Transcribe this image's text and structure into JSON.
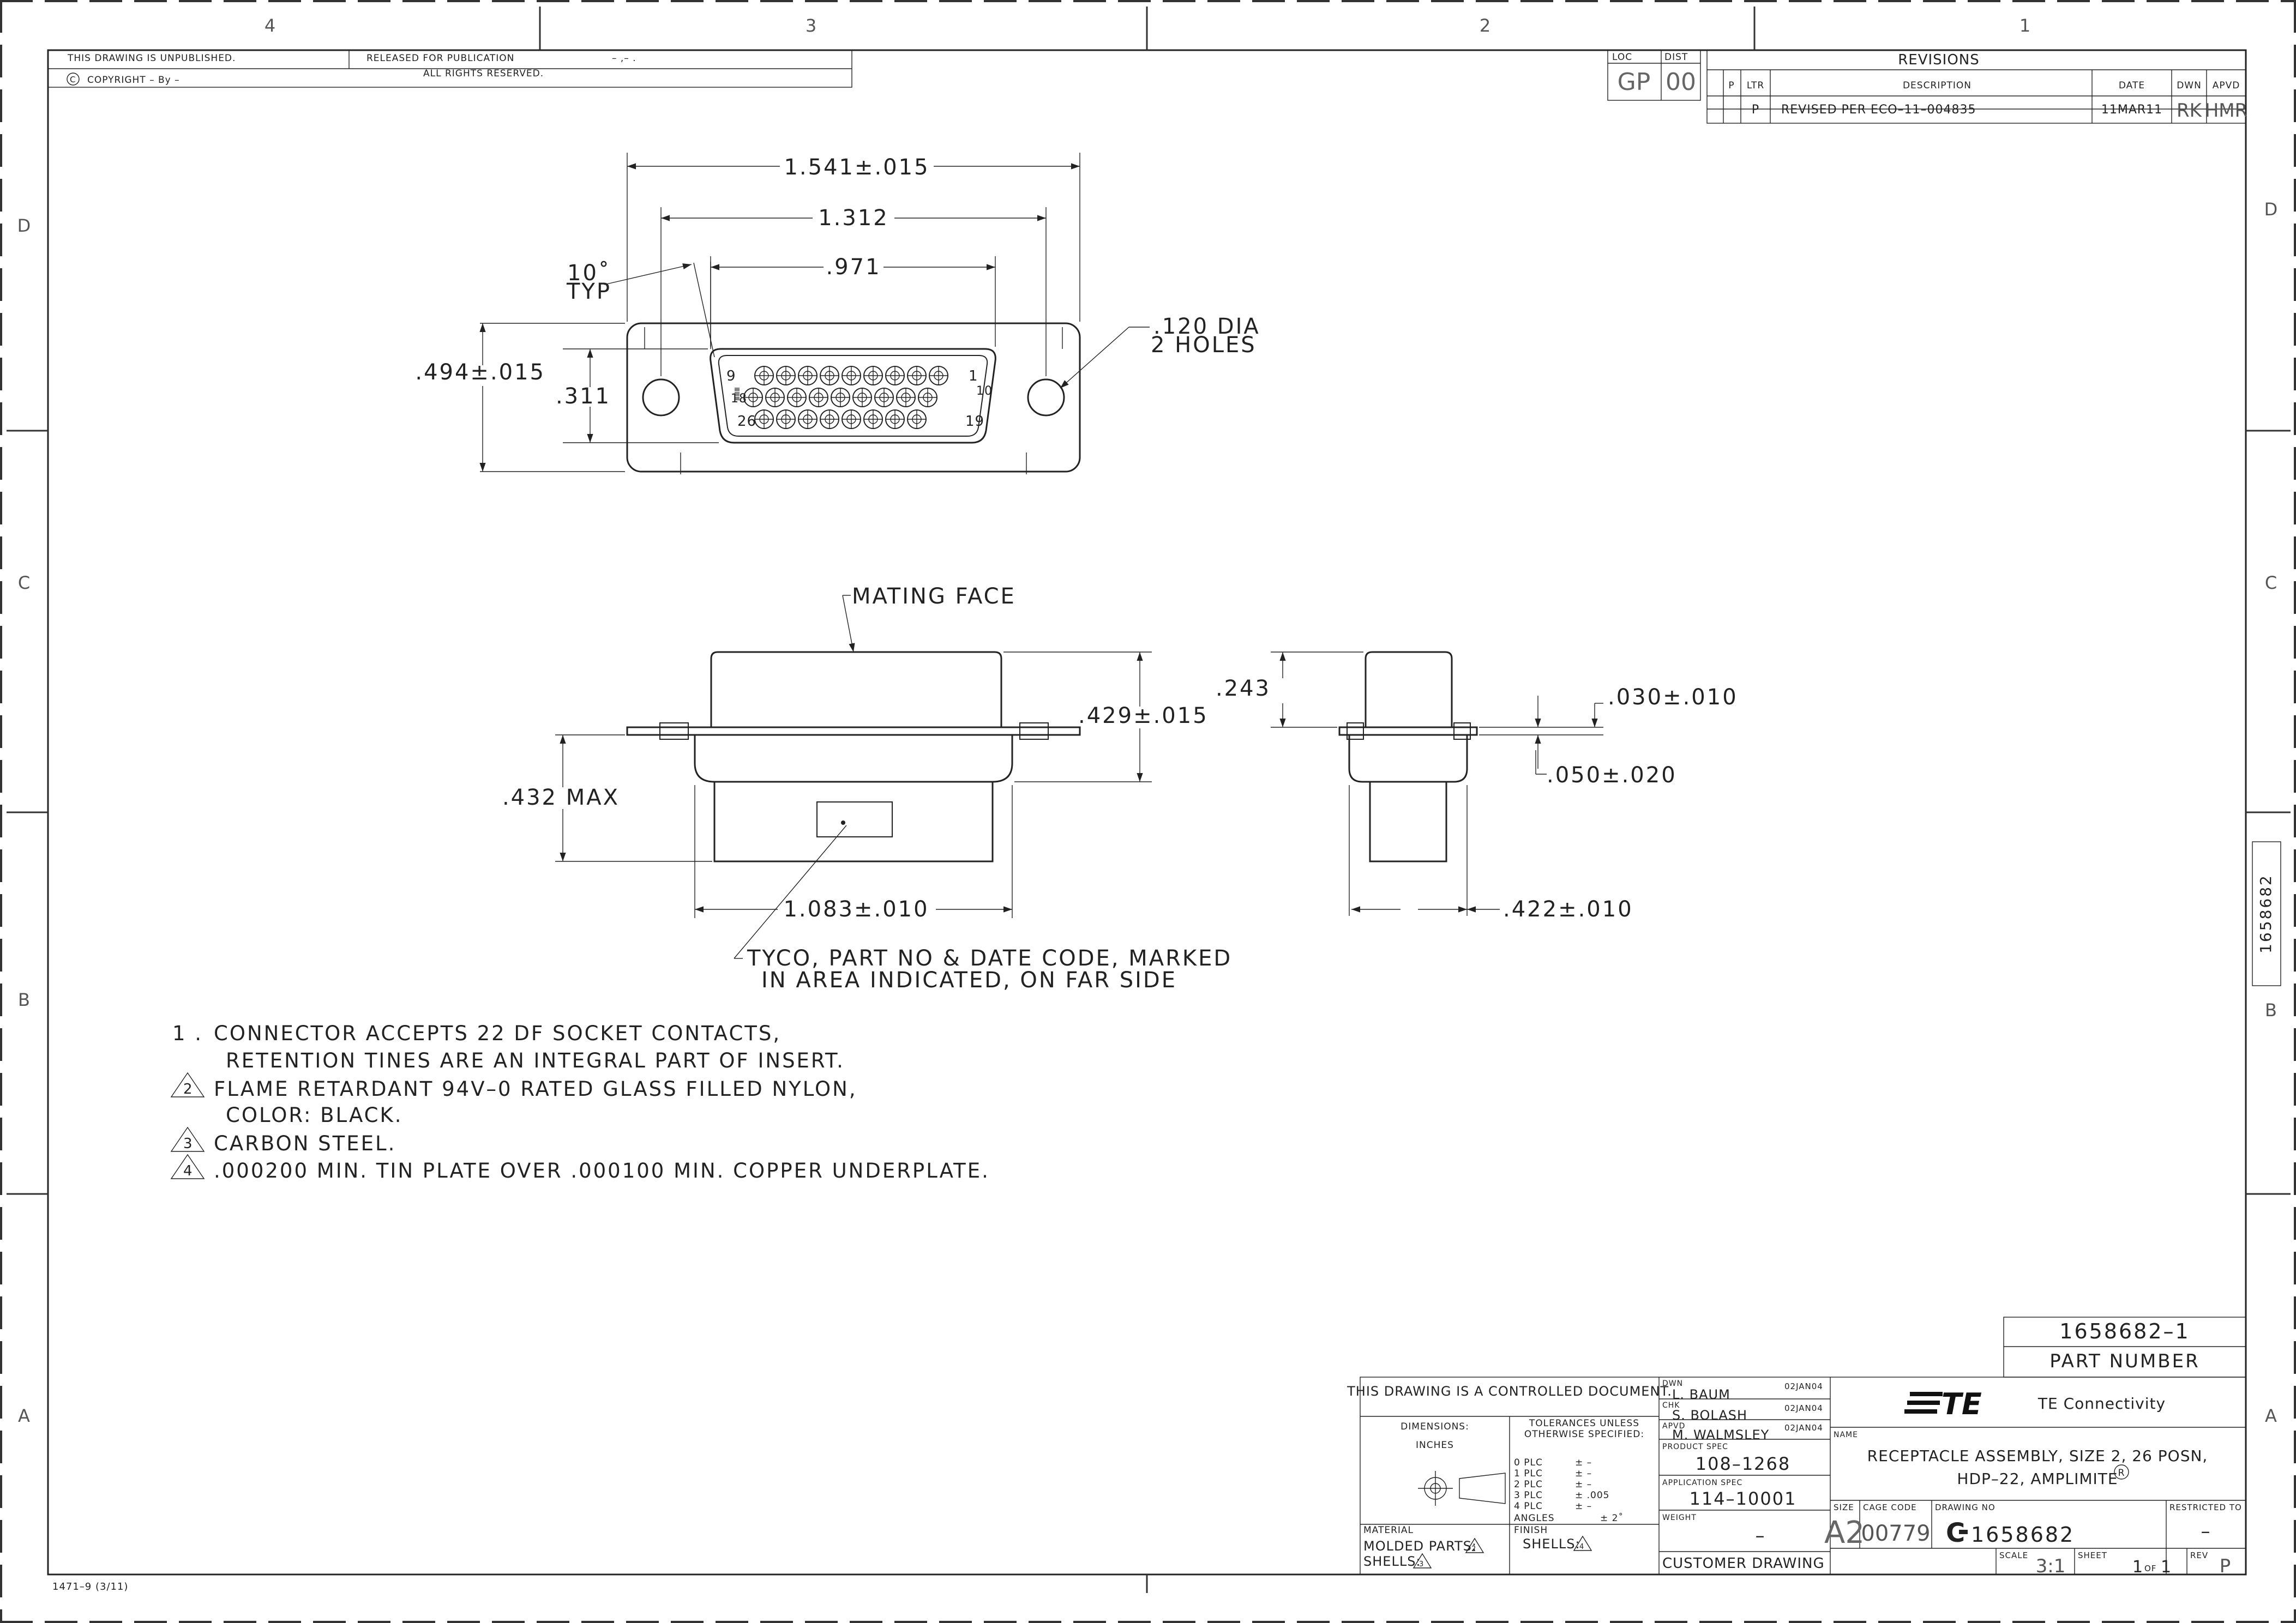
{
  "zones": {
    "top": [
      "4",
      "3",
      "2",
      "1"
    ],
    "left": [
      "D",
      "C",
      "B",
      "A"
    ],
    "right": [
      "D",
      "C",
      "B",
      "A"
    ]
  },
  "header": {
    "unpublished": "THIS DRAWING IS UNPUBLISHED.",
    "copyright": "COPYRIGHT  –    By –",
    "released": "RELEASED FOR PUBLICATION",
    "released_date": "– ,–   .",
    "rights": "ALL RIGHTS RESERVED."
  },
  "revisions": {
    "loc_label": "LOC",
    "loc_value": "GP",
    "dist_label": "DIST",
    "dist_value": "00",
    "title": "REVISIONS",
    "col_p": "P",
    "col_ltr": "LTR",
    "col_desc": "DESCRIPTION",
    "col_date": "DATE",
    "col_dwn": "DWN",
    "col_apvd": "APVD",
    "row": {
      "ltr": "P",
      "desc": "REVISED PER ECO–11–004835",
      "date": "11MAR11",
      "dwn": "RK",
      "apvd": "HMR"
    }
  },
  "top_view": {
    "dim_overall": "1.541±.015",
    "dim_holes": "1.312",
    "dim_shell": ".971",
    "angle": "10˚",
    "angle_typ": "TYP",
    "hole_dia": ".120  DIA",
    "hole_count": "2  HOLES",
    "dim_height": ".494±.015",
    "dim_shell_h": ".311",
    "pin_labels": {
      "p9": "9",
      "p1": "1",
      "p18": "18",
      "p10": "10",
      "p26": "26",
      "p19": "19"
    },
    "pin_counts": [
      9,
      9,
      8
    ]
  },
  "side_view": {
    "mating_face": "MATING  FACE",
    "dim_height": ".429±.015",
    "dim_max": ".432  MAX",
    "dim_width": "1.083±.010",
    "marking_1": "TYCO,  PART  NO  &  DATE  CODE,  MARKED",
    "marking_2": "IN  AREA  INDICATED,  ON  FAR  SIDE"
  },
  "end_view": {
    "dim_243": ".243",
    "dim_030": ".030±.010",
    "dim_050": ".050±.020",
    "dim_422": ".422±.010"
  },
  "notes": {
    "n1_num": "1 .",
    "n1_a": "CONNECTOR  ACCEPTS  22  DF  SOCKET  CONTACTS,",
    "n1_b": "RETENTION  TINES  ARE  AN  INTEGRAL  PART  OF  INSERT.",
    "n2_num": "2",
    "n2_a": "FLAME  RETARDANT  94V–0  RATED  GLASS  FILLED  NYLON,",
    "n2_b": "COLOR:  BLACK.",
    "n3_num": "3",
    "n3_a": "CARBON  STEEL.",
    "n4_num": "4",
    "n4_a": ".000200  MIN.  TIN  PLATE  OVER  .000100  MIN.  COPPER  UNDERPLATE."
  },
  "side_tab": "1658682",
  "title_block": {
    "part_number": "1658682–1",
    "part_number_label": "PART  NUMBER",
    "controlled": "THIS  DRAWING  IS  A  CONTROLLED  DOCUMENT.",
    "dimensions_label": "DIMENSIONS:",
    "dimensions_value": "INCHES",
    "tolerance_1": "TOLERANCES  UNLESS",
    "tolerance_2": "OTHERWISE  SPECIFIED:",
    "tol_rows": [
      {
        "plc": "0  PLC",
        "val": "±  –"
      },
      {
        "plc": "1  PLC",
        "val": "±  –"
      },
      {
        "plc": "2  PLC",
        "val": "±  –"
      },
      {
        "plc": "3  PLC",
        "val": "±  .005"
      },
      {
        "plc": "4  PLC",
        "val": "±  –"
      }
    ],
    "angles_label": "ANGLES",
    "angles_value": "±  2˚",
    "material_label": "MATERIAL",
    "molded_parts": "MOLDED  PARTS:",
    "shells": "SHELLS:",
    "finish_label": "FINISH",
    "finish_shells": "SHELLS:",
    "tri_2": "2",
    "tri_3": "3",
    "tri_4": "4",
    "dwn_label": "DWN",
    "dwn_name": "L.  BAUM",
    "dwn_date": "02JAN04",
    "chk_label": "CHK",
    "chk_name": "S.  BOLASH",
    "chk_date": "02JAN04",
    "apvd_label": "APVD",
    "apvd_name": "M.  WALMSLEY",
    "apvd_date": "02JAN04",
    "product_spec_label": "PRODUCT  SPEC",
    "product_spec": "108–1268",
    "application_spec_label": "APPLICATION  SPEC",
    "application_spec": "114–10001",
    "weight_label": "WEIGHT",
    "weight": "–",
    "customer": "CUSTOMER  DRAWING",
    "logo": "TE",
    "company": "TE  Connectivity",
    "name_label": "NAME",
    "name_1": "RECEPTACLE  ASSEMBLY,  SIZE  2,  26  POSN,",
    "name_2": "HDP–22,  AMPLIMITE",
    "registered": "R",
    "size_label": "SIZE",
    "size": "A2",
    "cage_label": "CAGE  CODE",
    "cage": "00779",
    "drawing_no_label": "DRAWING  NO",
    "drawing_no_prefix": "C",
    "drawing_no": "1658682",
    "restricted_label": "RESTRICTED  TO",
    "restricted": "–",
    "scale_label": "SCALE",
    "scale": "3:1",
    "sheet_label": "SHEET",
    "sheet": "1",
    "sheet_of": "OF",
    "sheet_total": "1",
    "rev_label": "REV",
    "rev": "P"
  },
  "form_id": "1471–9  (3/11)"
}
